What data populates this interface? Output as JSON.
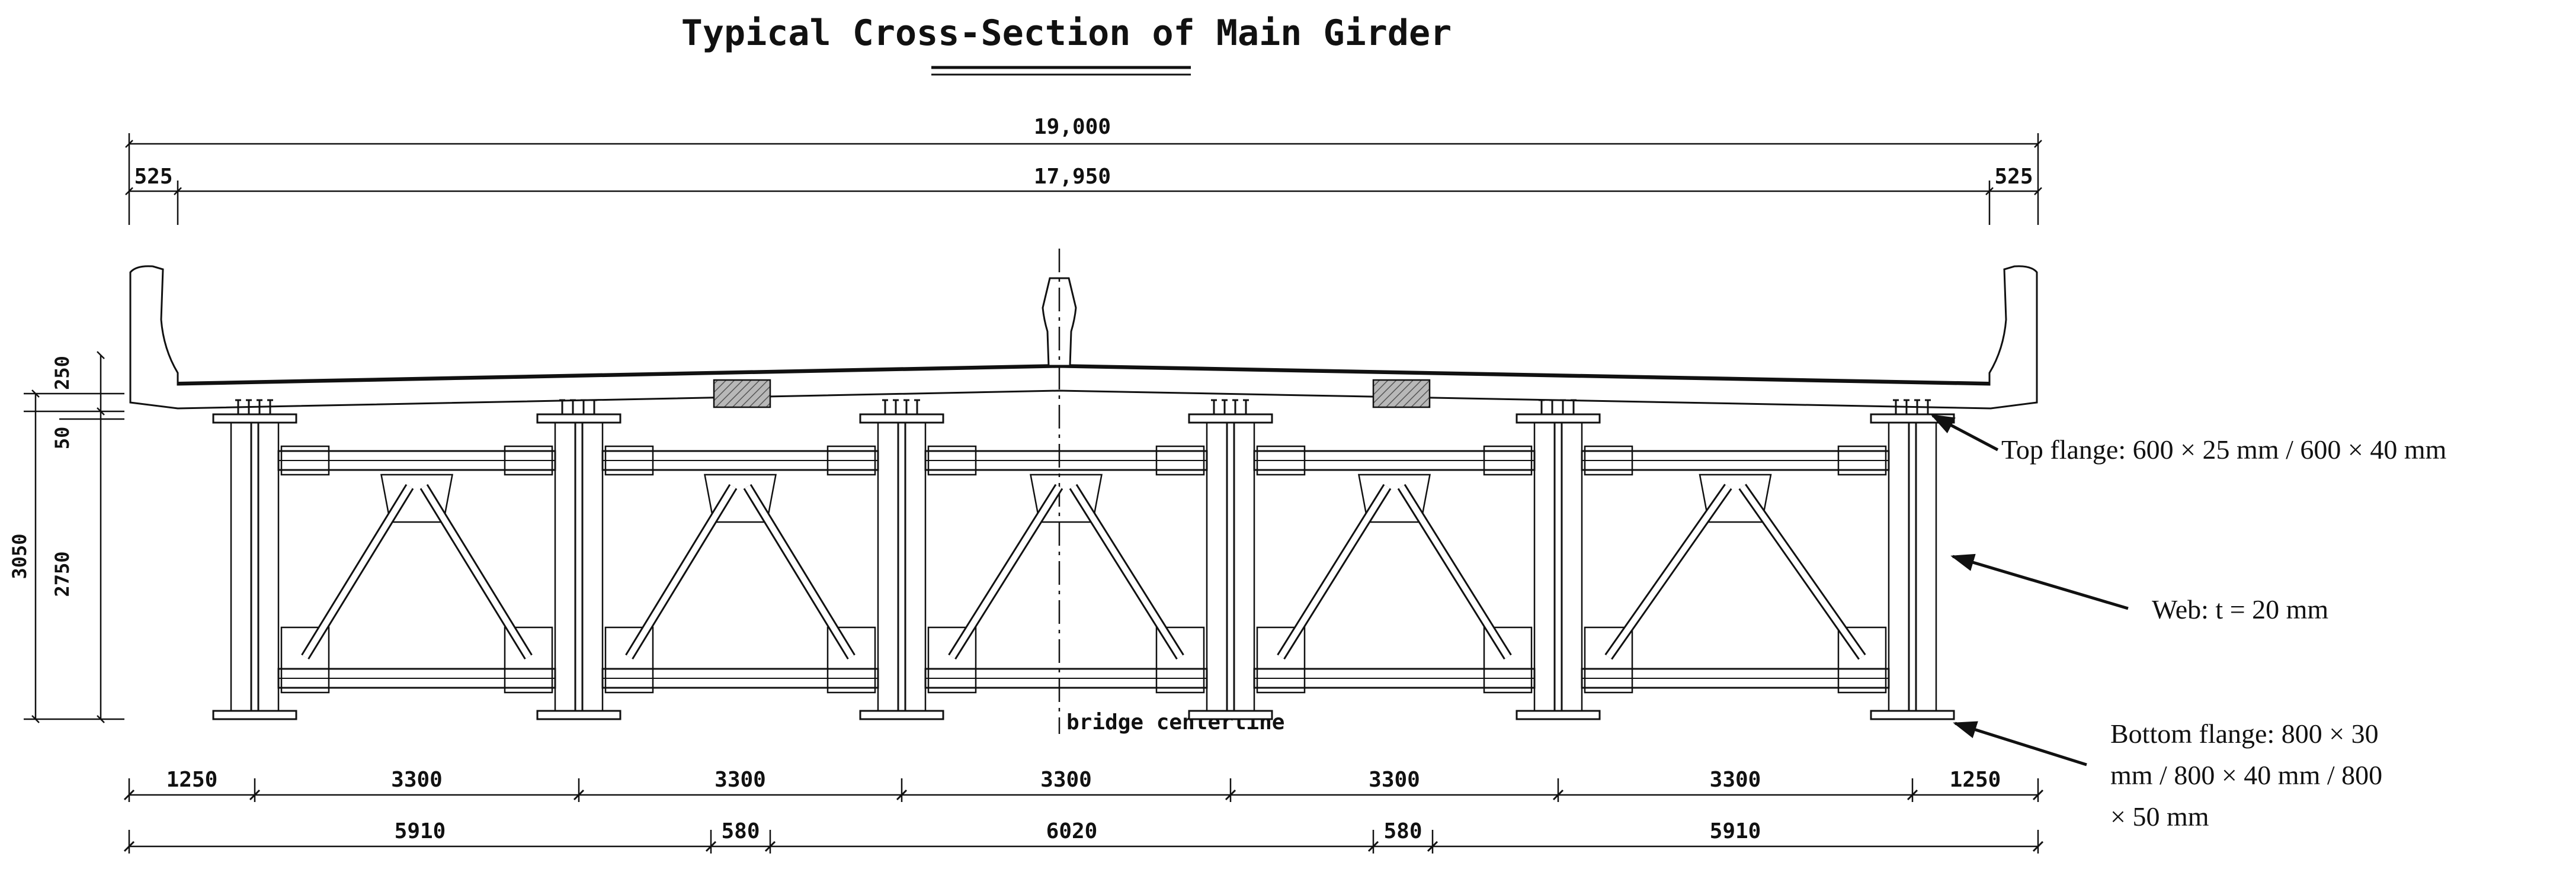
{
  "title": "Typical Cross-Section of Main Girder",
  "top_dims": {
    "overall": "19,000",
    "left_edge": "525",
    "inner": "17,950",
    "right_edge": "525"
  },
  "bottom_dims_row1": [
    "1250",
    "3300",
    "3300",
    "3300",
    "3300",
    "3300",
    "1250"
  ],
  "bottom_dims_row2": [
    "5910",
    "580",
    "6020",
    "580",
    "5910"
  ],
  "left_dims": {
    "slab": "250",
    "haunch": "50",
    "web": "2750",
    "total": "3050"
  },
  "centerline_label": "bridge centerline",
  "callouts": {
    "top_flange": "Top flange: 600 × 25 mm / 600 × 40 mm",
    "web": "Web: t = 20 mm",
    "bottom_flange_lines": [
      "Bottom flange: 800 × 30",
      "mm / 800 × 40 mm / 800",
      "× 50 mm"
    ]
  },
  "colors": {
    "ink": "#111111",
    "background": "#ffffff"
  }
}
